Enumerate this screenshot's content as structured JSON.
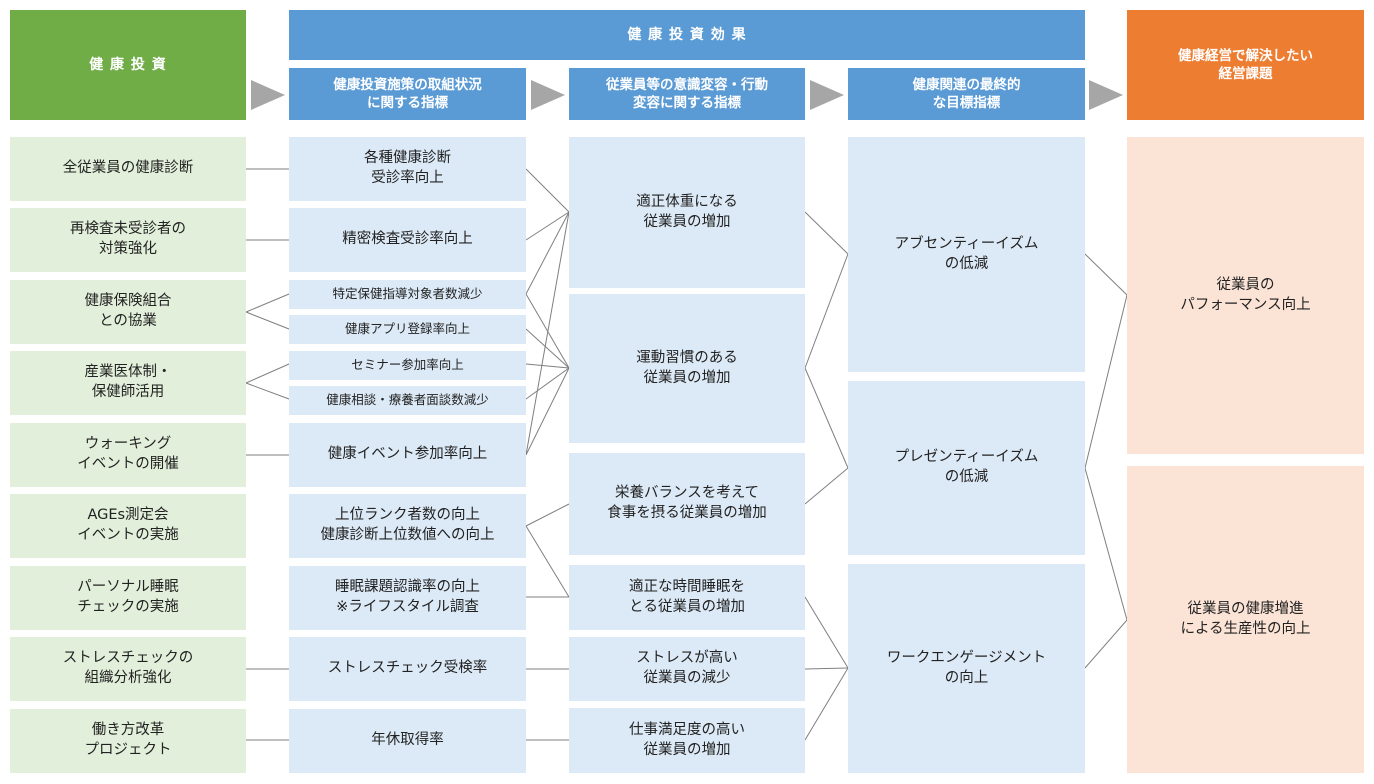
{
  "headers": {
    "investment": "健 康 投 資",
    "effect": "健 康 投 資 効 果",
    "col2": "健康投資施策の取組状況\nに関する指標",
    "col3": "従業員等の意識変容・行動\n変容に関する指標",
    "col4": "健康関連の最終的\nな目標指標",
    "issues": "健康経営で解決したい\n経営課題"
  },
  "investments": [
    "全従業員の健康診断",
    "再検査未受診者の\n対策強化",
    "健康保険組合\nとの協業",
    "産業医体制・\n保健師活用",
    "ウォーキング\nイベントの開催",
    "AGEs測定会\nイベントの実施",
    "パーソナル睡眠\nチェックの実施",
    "ストレスチェックの\n組織分析強化",
    "働き方改革\nプロジェクト"
  ],
  "indicators": [
    "各種健康診断\n受診率向上",
    "精密検査受診率向上",
    "特定保健指導対象者数減少",
    "健康アプリ登録率向上",
    "セミナー参加率向上",
    "健康相談・療養者面談数減少",
    "健康イベント参加率向上",
    "上位ランク者数の向上\n健康診断上位数値への向上",
    "睡眠課題認識率の向上\n※ライフスタイル調査",
    "ストレスチェック受検率",
    "年休取得率"
  ],
  "behaviors": [
    "適正体重になる\n従業員の増加",
    "運動習慣のある\n従業員の増加",
    "栄養バランスを考えて\n食事を摂る従業員の増加",
    "適正な時間睡眠を\nとる従業員の増加",
    "ストレスが高い\n従業員の減少",
    "仕事満足度の高い\n従業員の増加"
  ],
  "goals": [
    "アブセンティーイズム\nの低減",
    "プレゼンティーイズム\nの低減",
    "ワークエンゲージメント\nの向上"
  ],
  "issues": [
    "従業員の\nパフォーマンス向上",
    "従業員の健康増進\nによる生産性の向上"
  ],
  "colors": {
    "green": "#70ad47",
    "blue": "#5b9bd5",
    "orange": "#ed7d31",
    "light_green": "#e2efda",
    "light_blue": "#dce9f6",
    "peach": "#fbe3d6",
    "arrow_gray": "#a6a6a6",
    "line_gray": "#7f7f7f"
  }
}
